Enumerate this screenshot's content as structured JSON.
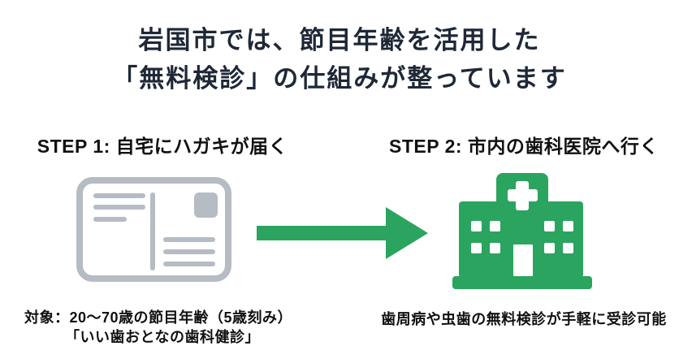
{
  "title": {
    "line1": "岩国市では、節目年齢を活用した",
    "line2": "「無料検診」の仕組みが整っています"
  },
  "steps": [
    {
      "heading": "STEP 1: 自宅にハガキが届く",
      "icon": "postcard-icon",
      "caption": {
        "line1": "対象：20〜70歳の節目年齢（5歳刻み）",
        "line2": "「いい歯おとなの歯科健診」"
      }
    },
    {
      "heading": "STEP 2: 市内の歯科医院へ行く",
      "icon": "hospital-icon",
      "caption": {
        "line1": "歯周病や虫歯の無料検診が手軽に受診可能"
      }
    }
  ],
  "arrow": {
    "direction": "right"
  },
  "colors": {
    "background": "#ffffff",
    "title_text": "#1e2836",
    "body_text": "#111111",
    "postcard_gray": "#b5bcc3",
    "accent_green": "#2ba45f",
    "white": "#ffffff"
  }
}
